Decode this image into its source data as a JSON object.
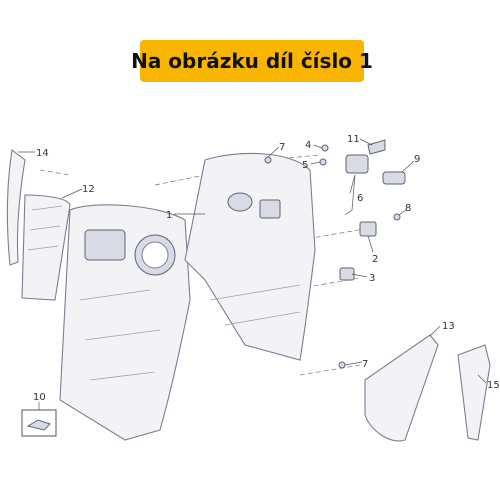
{
  "banner": {
    "text": "Na obrázku díl číslo 1",
    "color": "#f7b500"
  },
  "callouts": [
    "1",
    "2",
    "3",
    "4",
    "5",
    "6",
    "7",
    "7",
    "8",
    "9",
    "10",
    "11",
    "12",
    "13",
    "14",
    "15"
  ],
  "colors": {
    "outline": "#7a7f92",
    "fill": "#f3f3f5",
    "text": "#333333"
  }
}
